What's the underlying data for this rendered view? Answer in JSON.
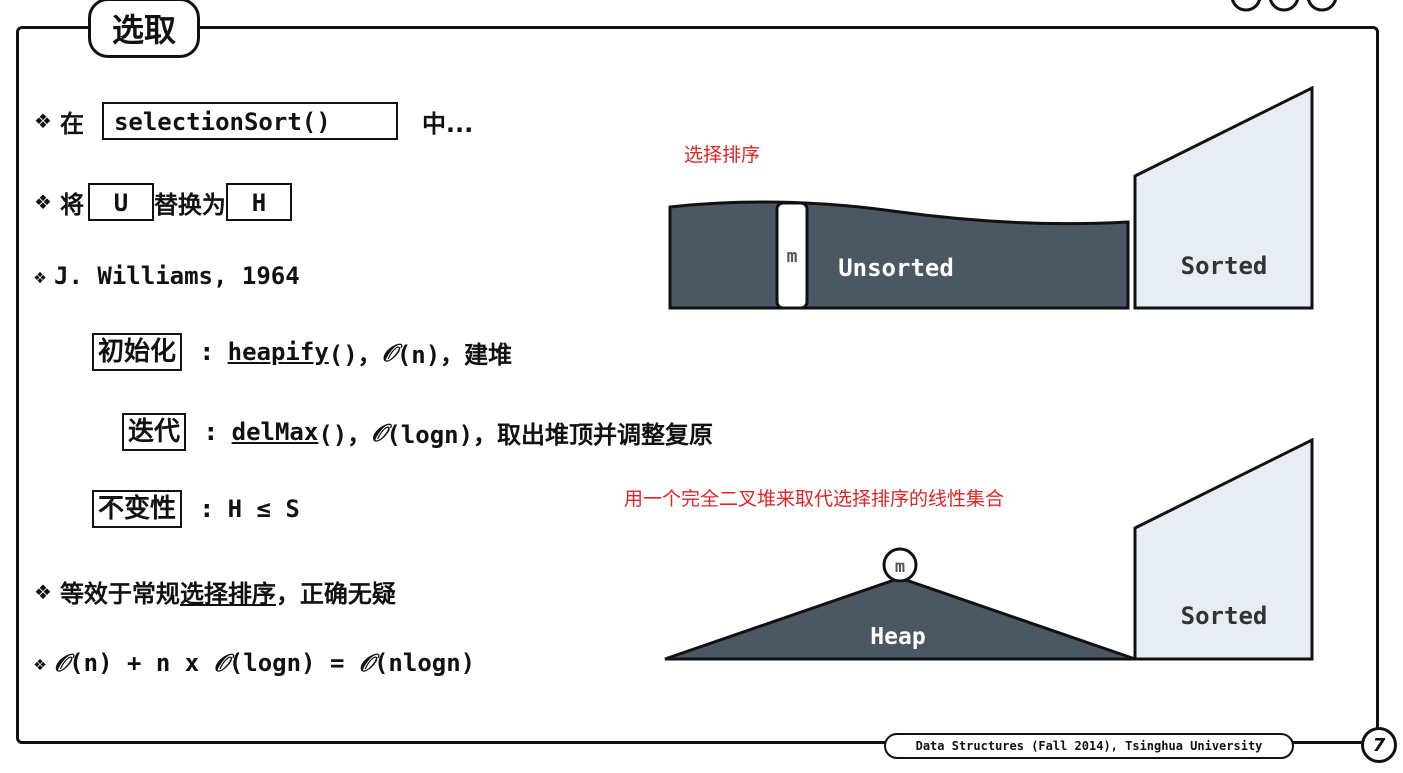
{
  "title": "选取",
  "bullets": {
    "b1_pre": "在",
    "b1_code": "selectionSort()",
    "b1_post": "中...",
    "b2_pre": "将",
    "b2_u": "U",
    "b2_mid": "替换为",
    "b2_h": "H",
    "b3": "J. Williams, 1964",
    "b4_pre": "等效于常规",
    "b4_u": "选择排序",
    "b4_post": "，正确无疑",
    "b5_o1": "𝒪",
    "b5_a": "(n) + n x ",
    "b5_o2": "𝒪",
    "b5_b": "(logn) = ",
    "b5_o3": "𝒪",
    "b5_c": "(nlogn)"
  },
  "steps": [
    {
      "label": "初始化",
      "func": "heapify",
      "rest": "()，",
      "o": "𝒪",
      "cx": "(n)，建堆"
    },
    {
      "label": "迭代",
      "func": "delMax",
      "rest": "()，",
      "o": "𝒪",
      "cx": "(logn)，取出堆顶并调整复原"
    },
    {
      "label": "不变性",
      "text": "H ≤ S"
    }
  ],
  "colon": ":",
  "annotations": {
    "top": "选择排序",
    "middle": "用一个完全二叉堆来取代选择排序的线性集合"
  },
  "diagram": {
    "m1": "m",
    "unsorted": "Unsorted",
    "sorted1": "Sorted",
    "m2": "m",
    "heap": "Heap",
    "sorted2": "Sorted"
  },
  "footer": "Data Structures (Fall 2014), Tsinghua University",
  "page_number": "7",
  "colors": {
    "dark_fill": "#4b5864",
    "light_fill": "#e7edf2",
    "annotation": "#e02424"
  }
}
